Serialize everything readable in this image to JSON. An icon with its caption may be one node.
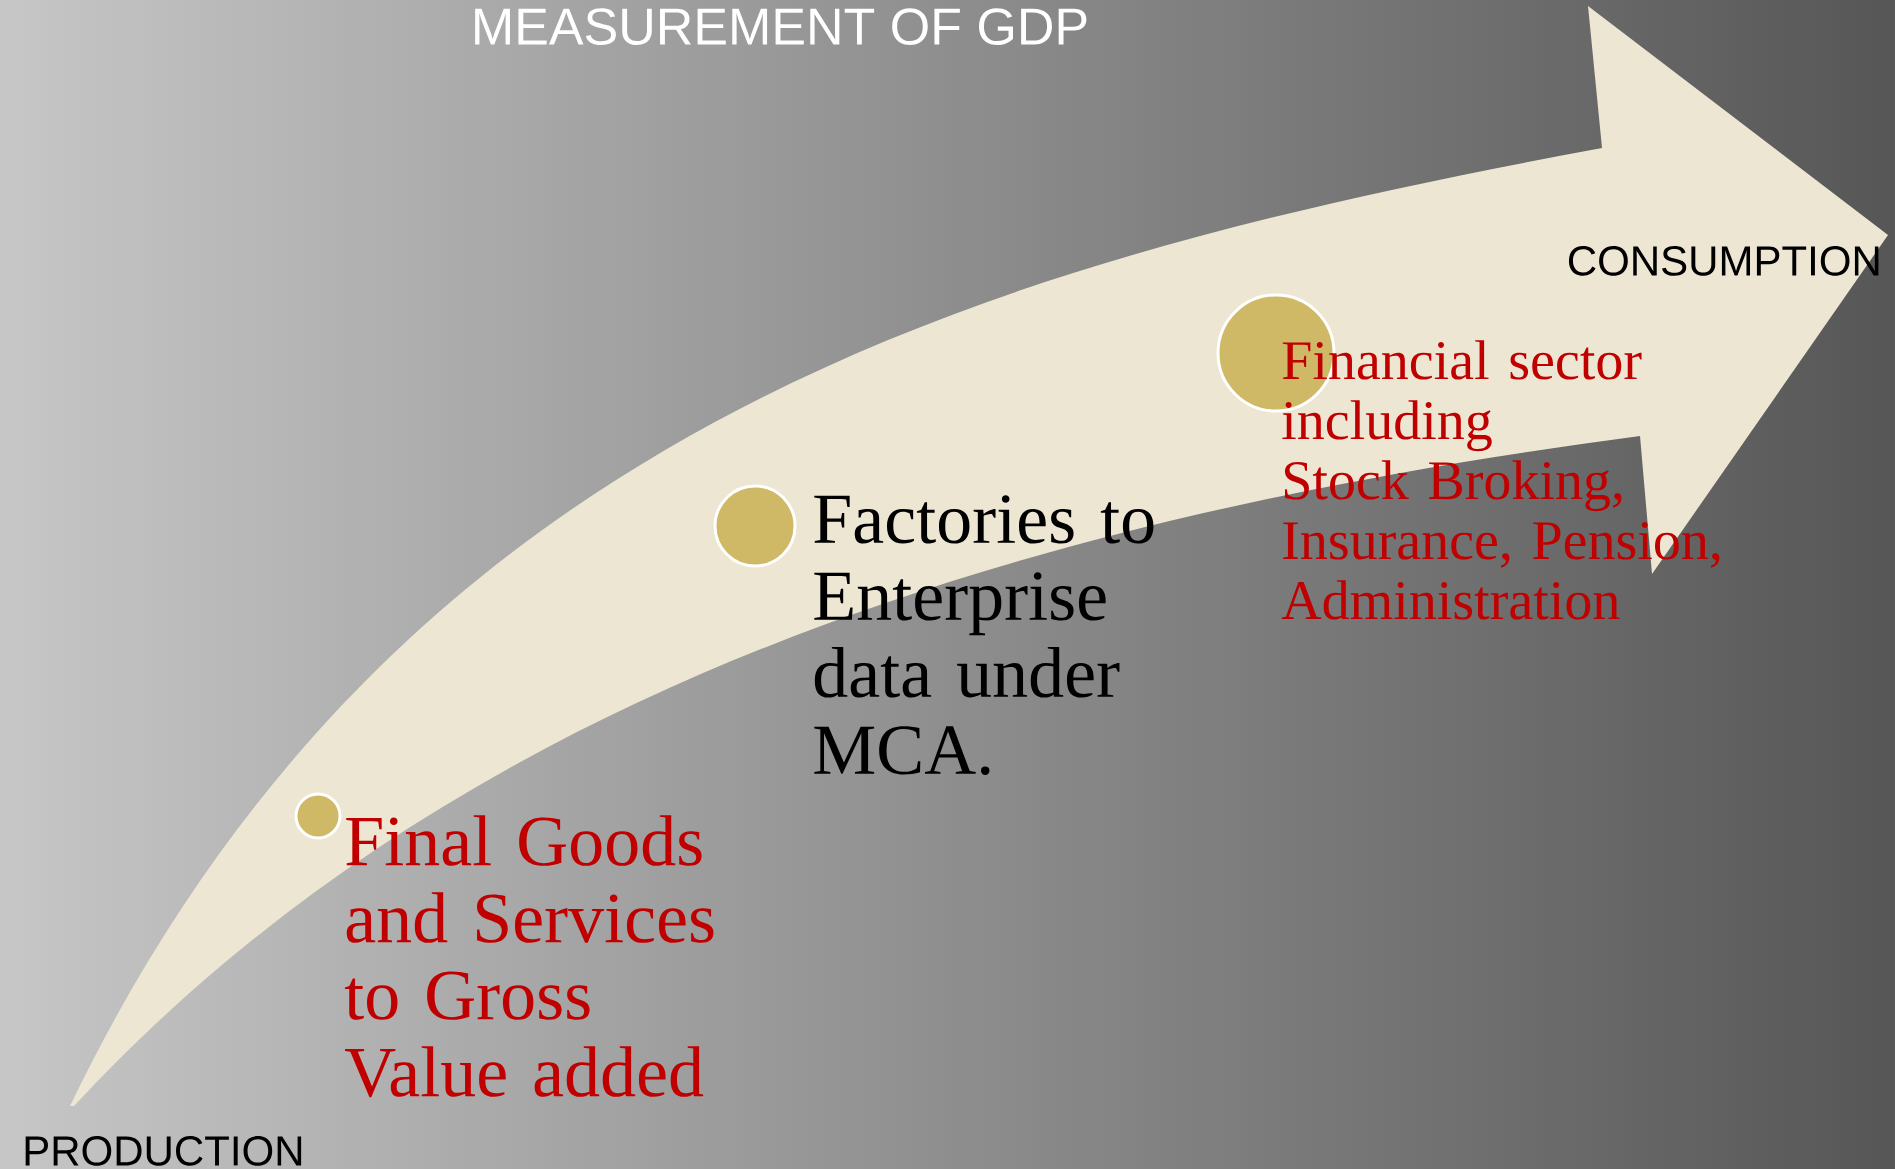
{
  "diagram": {
    "title": "MEASUREMENT OF GDP",
    "nodes": [
      {
        "text": [
          "PRODUCTION"
        ]
      },
      {
        "text": [],
        "shape": "circle",
        "beside": [
          "Final Goods and Services to Gross Value added"
        ]
      },
      {
        "text": [],
        "shape": "circle",
        "beside": [
          "Factories to Enterprise data under MCA."
        ]
      },
      {
        "text": [],
        "shape": "circle",
        "beside": [
          "Financial sector including Stock Broking, Insurance, Pension, Administration"
        ]
      },
      {
        "text": [
          "CONSUMPTION"
        ]
      }
    ],
    "edges": [
      {
        "from": 0,
        "to": 4,
        "arrow": "to"
      }
    ]
  }
}
